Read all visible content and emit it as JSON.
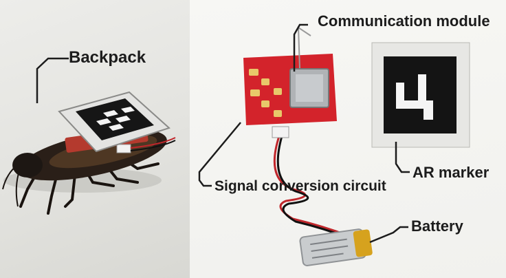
{
  "callouts": {
    "backpack": "Backpack",
    "communication_module": "Communication module",
    "ar_marker": "AR marker",
    "signal_conversion_circuit": "Signal conversion circuit",
    "battery": "Battery"
  },
  "colors": {
    "pcb_red": "#d3232b",
    "marker_black": "#141414",
    "battery_silver": "#c9ccce",
    "callout_text": "#1c1c1c"
  }
}
